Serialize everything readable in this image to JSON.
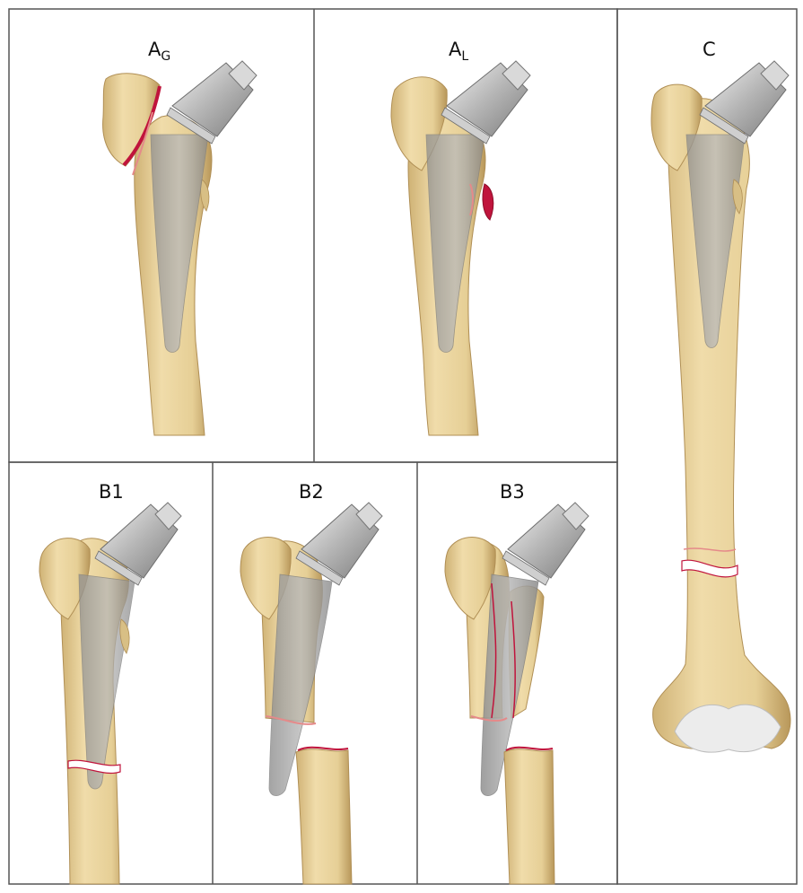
{
  "panels": {
    "AG": {
      "letter": "A",
      "sub": "G"
    },
    "AL": {
      "letter": "A",
      "sub": "L"
    },
    "C": {
      "label": "C"
    },
    "B1": {
      "label": "B1"
    },
    "B2": {
      "label": "B2"
    },
    "B3": {
      "label": "B3"
    }
  },
  "colors": {
    "bone": "#ead5a0",
    "bone_shadow": "#c9ab6a",
    "implant": "#9e9e9e",
    "fracture": "#c0143c",
    "border": "#555555"
  }
}
